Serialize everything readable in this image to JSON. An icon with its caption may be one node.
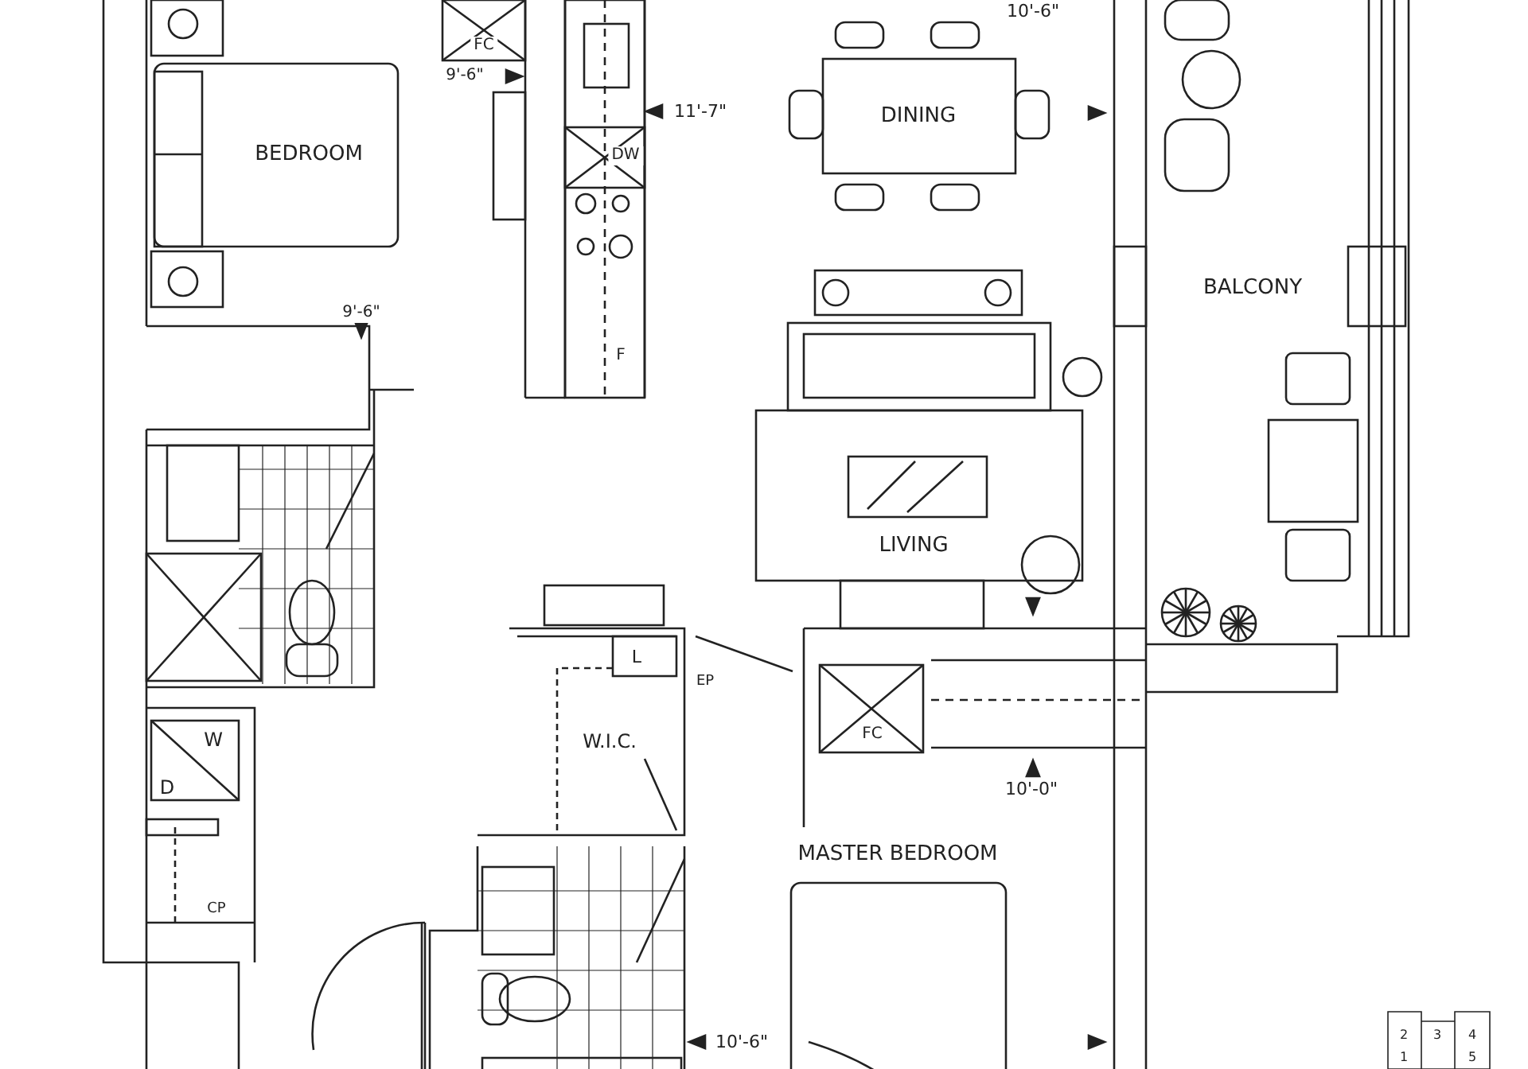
{
  "diagram": {
    "labels": [
      "10'-6\"",
      "FC",
      "9'-6\"",
      "11'-7\"",
      "DW",
      "DINING",
      "BEDROOM",
      "BALCONY",
      "9'-6\"",
      "F",
      "LIVING",
      "L",
      "EP",
      "W.I.C.",
      "FC",
      "W",
      "D",
      "10'-0\"",
      "MASTER BEDROOM",
      "CP",
      "10'-6\"",
      "2",
      "3",
      "4",
      "1",
      "5"
    ]
  }
}
